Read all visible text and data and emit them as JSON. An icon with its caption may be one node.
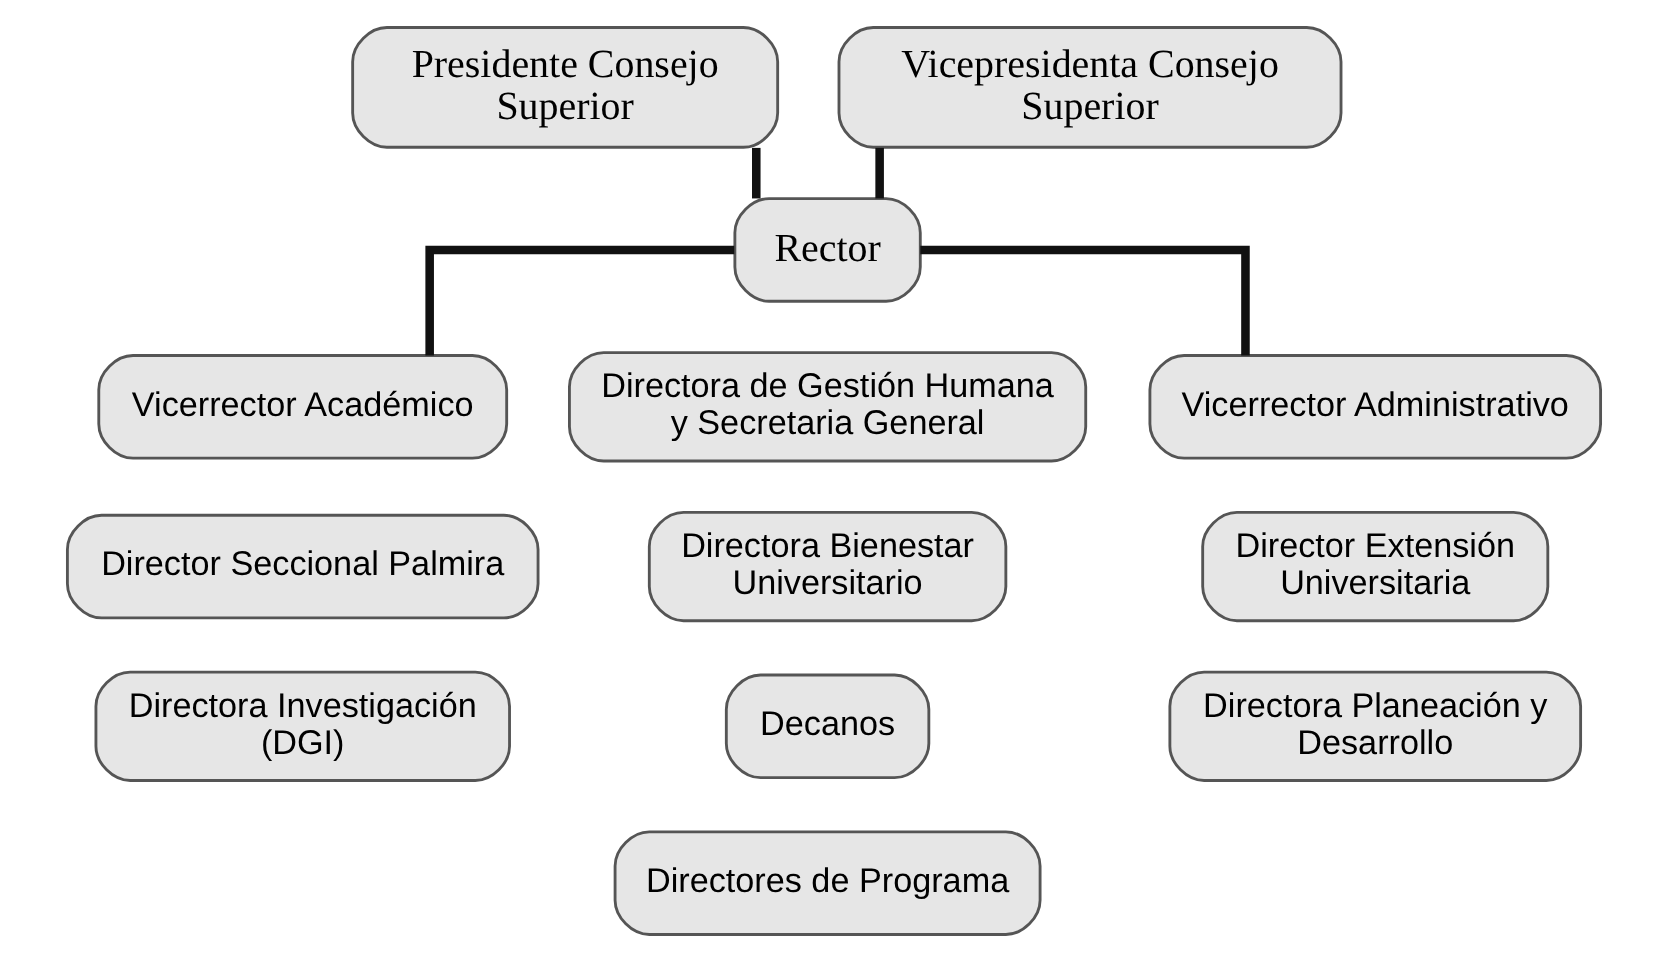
{
  "diagram": {
    "nodes": [
      {
        "text": [
          "Presidente Consejo Superior"
        ]
      },
      {
        "text": [
          "Vicepresidenta Consejo Superior"
        ]
      },
      {
        "text": [
          "Rector"
        ]
      },
      {
        "text": [
          "Vicerrector Académico"
        ]
      },
      {
        "text": [
          "Directora de Gestión Humana y Secretaria General"
        ]
      },
      {
        "text": [
          "Vicerrector Administrativo"
        ]
      },
      {
        "text": [
          "Director Seccional Palmira"
        ]
      },
      {
        "text": [
          "Directora Bienestar Universitario"
        ]
      },
      {
        "text": [
          "Director Extensión Universitaria"
        ]
      },
      {
        "text": [
          "Directora Investigación (DGI)"
        ]
      },
      {
        "text": [
          "Decanos"
        ]
      },
      {
        "text": [
          "Directora Planeación y Desarrollo"
        ]
      },
      {
        "text": [
          "Directores de Programa"
        ]
      }
    ],
    "edges": [
      {
        "from": 0,
        "to": 2,
        "arrow": "none"
      },
      {
        "from": 1,
        "to": 2,
        "arrow": "none"
      },
      {
        "from": 2,
        "to": 3,
        "arrow": "none"
      },
      {
        "from": 2,
        "to": 5,
        "arrow": "none"
      }
    ]
  }
}
